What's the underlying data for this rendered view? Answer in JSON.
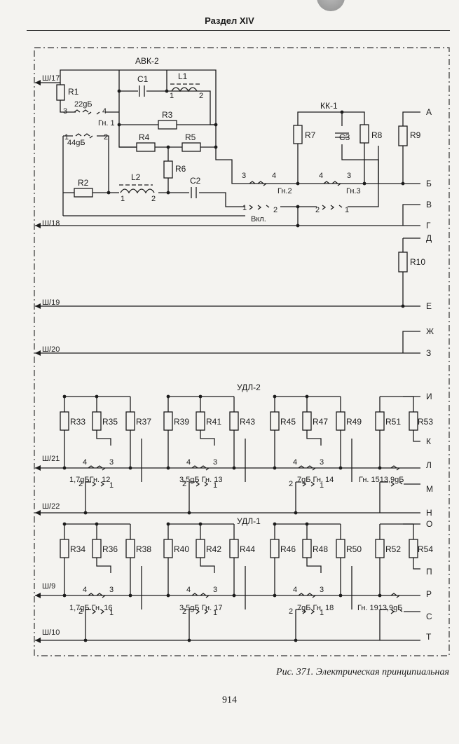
{
  "header": {
    "section": "Раздел XIV"
  },
  "caption": "Рис. 371. Электрическая принципиальная",
  "page_number": "914",
  "diagram": {
    "block_upper": "АВК-2",
    "block_kk": "КК-1",
    "block_udl2": "УДЛ-2",
    "block_udl1": "УДЛ-1",
    "bus": {
      "sh17": "Ш/17",
      "sh18": "Ш/18",
      "sh19": "Ш/19",
      "sh20": "Ш/20",
      "sh21": "Ш/21",
      "sh22": "Ш/22",
      "sh9": "Ш/9",
      "sh10": "Ш/10"
    },
    "components": {
      "R1": "R1",
      "R2": "R2",
      "R3": "R3",
      "R4": "R4",
      "R5": "R5",
      "R6": "R6",
      "R7": "R7",
      "R8": "R8",
      "R9": "R9",
      "R10": "R10",
      "C1": "C1",
      "C2": "C2",
      "C3": "C3",
      "L1": "L1",
      "L2": "L2"
    },
    "upper_text": {
      "att22": "22gБ",
      "att44": "44gБ",
      "gn1": "Гн. 1",
      "gn2": "Гн.2",
      "gn3": "Гн.3",
      "vkl": "Вкл.",
      "n1": "1",
      "n2": "2",
      "n3": "3",
      "n4": "4"
    },
    "terminals": [
      "А",
      "Б",
      "В",
      "Г",
      "Д",
      "Е",
      "Ж",
      "З",
      "И",
      "К",
      "Л",
      "М",
      "Н",
      "О",
      "П",
      "Р",
      "С",
      "Т"
    ],
    "udl2": {
      "resistors": [
        "R33",
        "R35",
        "R37",
        "R39",
        "R41",
        "R43",
        "R45",
        "R47",
        "R49",
        "R51",
        "R53"
      ],
      "labels": [
        "1,7gБГн. 12",
        "3,5gБ Гн. 13",
        "7gБ Гн. 14",
        "Гн. 1513,9gБ"
      ]
    },
    "udl1": {
      "resistors": [
        "R34",
        "R36",
        "R38",
        "R40",
        "R42",
        "R44",
        "R46",
        "R48",
        "R50",
        "R52",
        "R54"
      ],
      "labels": [
        "1,7gБ Гн. 16",
        "3,5gБ Гн. 17",
        "7gБ Гн. 18",
        "Гн. 1913,9gБ"
      ]
    }
  }
}
